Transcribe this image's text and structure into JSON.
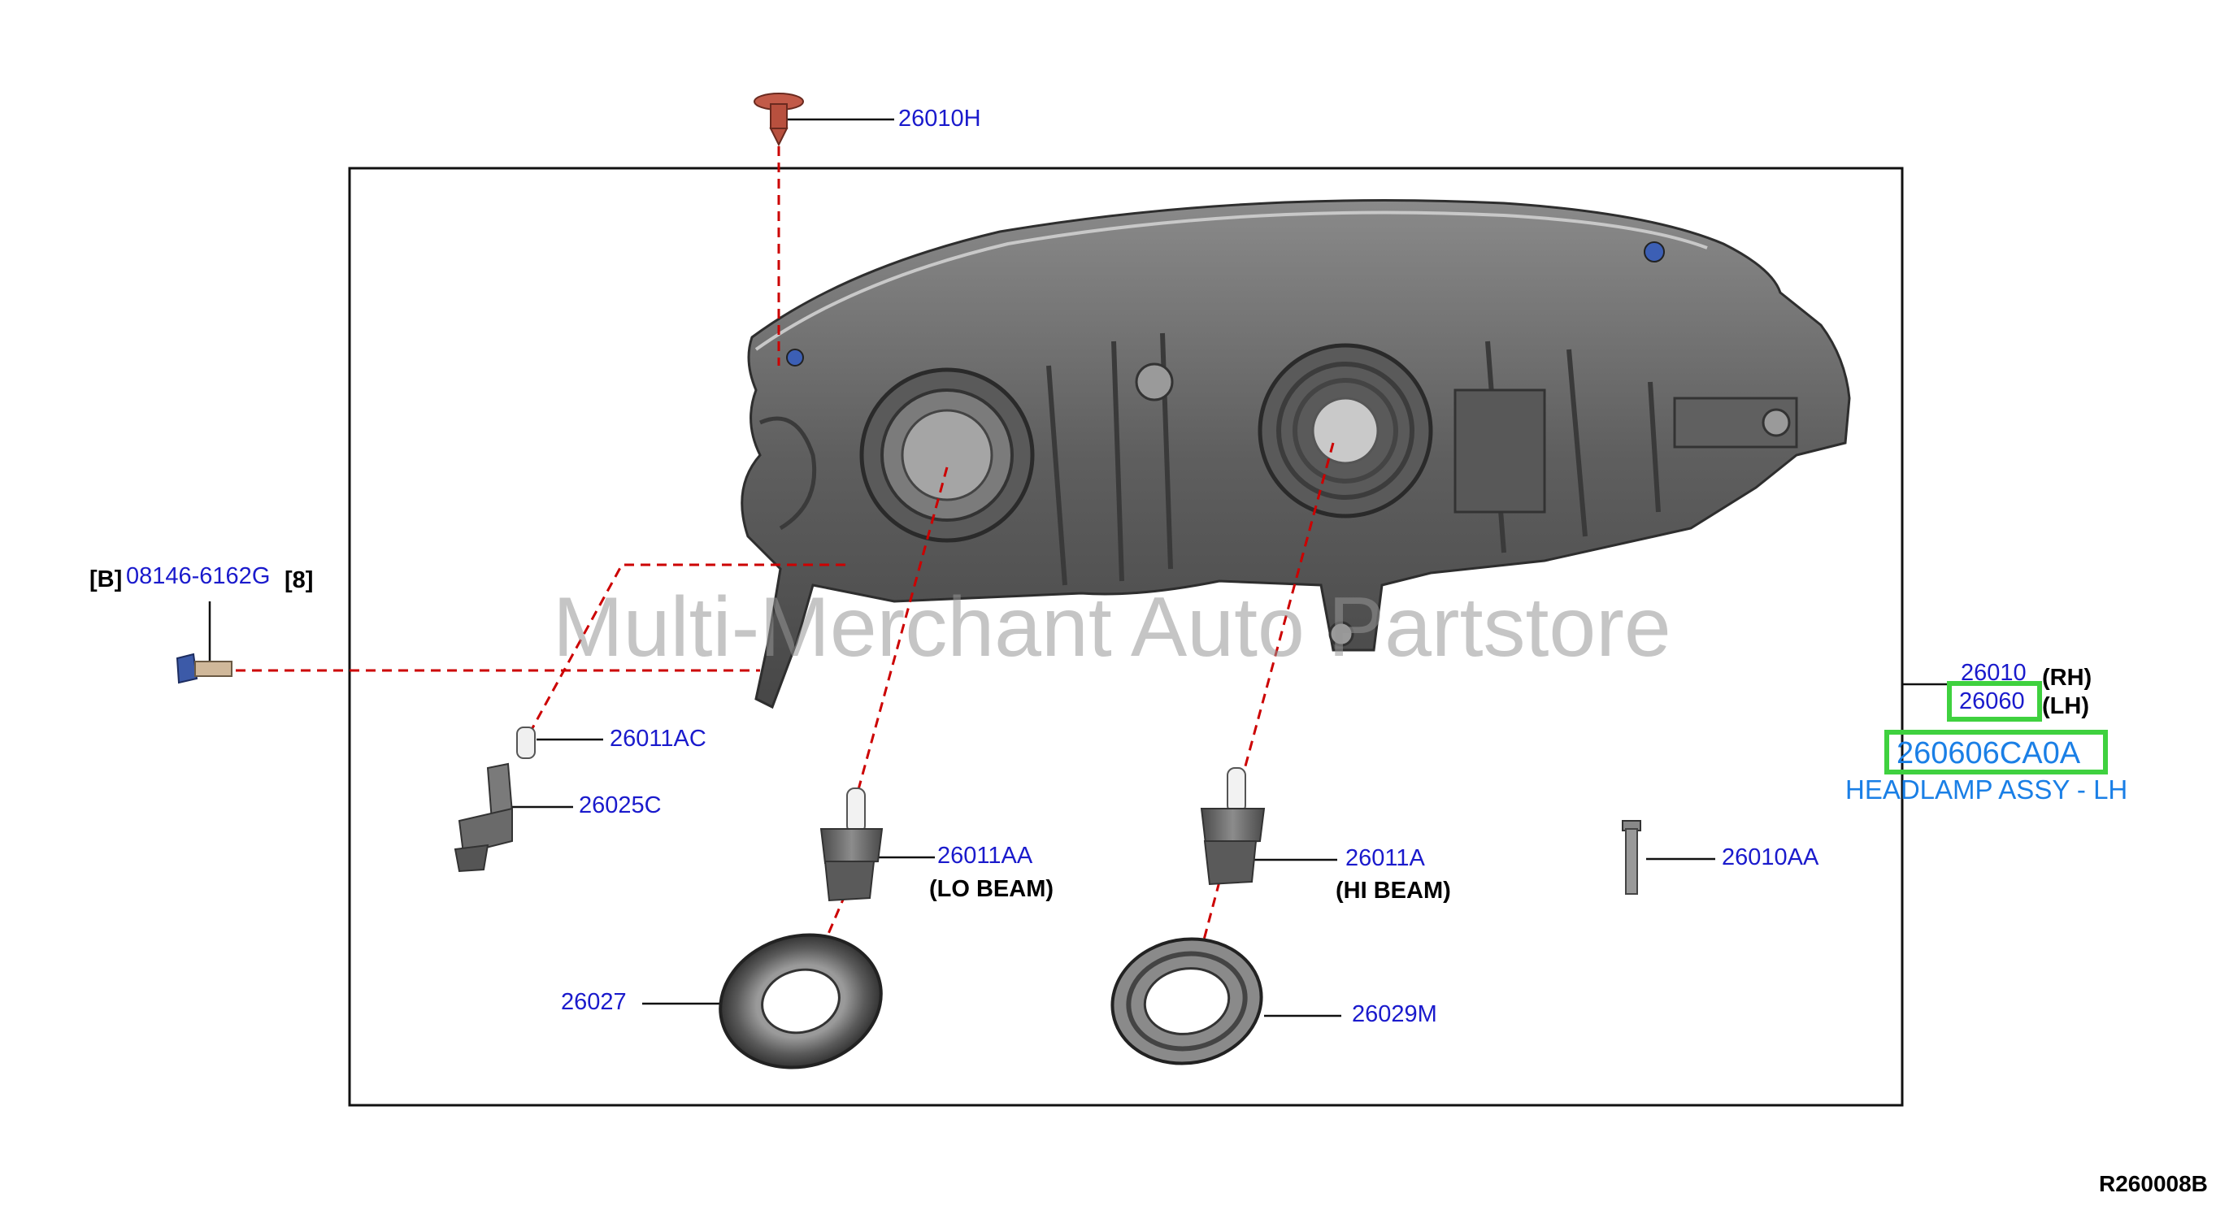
{
  "watermark": "Multi-Merchant Auto Partstore",
  "diagram_code": "R260008B",
  "highlight_color": "#3fd13f",
  "label_color": "#1a1acc",
  "assy_color": "#1a7fe6",
  "leader_color": "#cc0000",
  "parts": {
    "p26010H": "26010H",
    "p08146": "08146-6162G",
    "p08146_prefix": "[B]",
    "p08146_qty": "[8]",
    "p26011AC": "26011AC",
    "p26025C": "26025C",
    "p26011AA": "26011AA",
    "p26011AA_note": "(LO BEAM)",
    "p26011A": "26011A",
    "p26011A_note": "(HI BEAM)",
    "p26010AA": "26010AA",
    "p26027": "26027",
    "p26029M": "26029M",
    "p26010": "26010",
    "p26010_side": "(RH)",
    "p26060": "26060",
    "p26060_side": "(LH)"
  },
  "assembly": {
    "part_number": "260606CA0A",
    "name": "HEADLAMP ASSY - LH"
  }
}
